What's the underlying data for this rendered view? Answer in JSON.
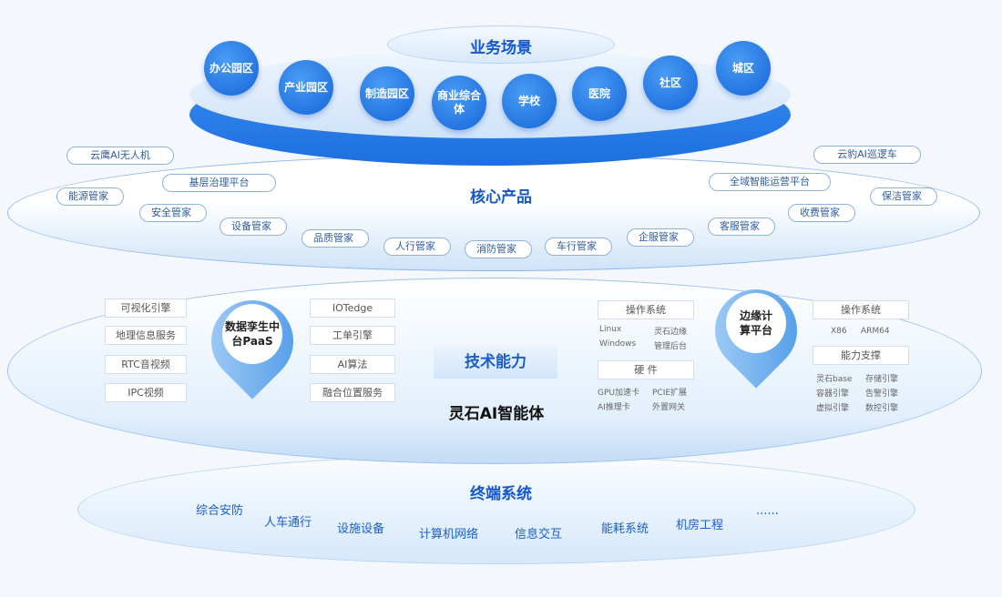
{
  "scenes": {
    "title": "业务场景",
    "items": [
      "办公园区",
      "产业园区",
      "制造园区",
      "商业综合体",
      "学校",
      "医院",
      "社区",
      "城区"
    ]
  },
  "products": {
    "title": "核心产品",
    "items": [
      "云鹰AI无人机",
      "基层治理平台",
      "能源管家",
      "安全管家",
      "设备管家",
      "品质管家",
      "人行管家",
      "消防管家",
      "车行管家",
      "企服管家",
      "客服管家",
      "收费管家",
      "保洁管家",
      "全域智能运营平台",
      "云豹AI巡逻车"
    ]
  },
  "tech": {
    "title": "技术能力",
    "brand": "灵石AI智能体",
    "left_boxes": [
      "可视化引擎",
      "地理信息服务",
      "RTC音视频",
      "IPC视频"
    ],
    "left_pin": "数据孪生中台PaaS",
    "mid_boxes": [
      "IOTedge",
      "工单引擎",
      "AI算法",
      "融合位置服务"
    ],
    "os_title": "操作系统",
    "os_items": [
      "Linux",
      "灵石边缘",
      "Windows",
      "管理后台"
    ],
    "hw_title": "硬 件",
    "hw_items": [
      "GPU加速卡",
      "PCIE扩展",
      "AI推理卡",
      "外置网关"
    ],
    "right_pin": "边缘计算平台",
    "os2_title": "操作系统",
    "os2_items": [
      "X86",
      "ARM64"
    ],
    "cap_title": "能力支撑",
    "cap_items": [
      "灵石base",
      "存储引擎",
      "容器引擎",
      "告警引擎",
      "虚拟引擎",
      "数控引擎"
    ]
  },
  "terminal": {
    "title": "终端系统",
    "items": [
      "综合安防",
      "人车通行",
      "设施设备",
      "计算机网络",
      "信息交互",
      "能耗系统",
      "机房工程",
      "......"
    ]
  }
}
